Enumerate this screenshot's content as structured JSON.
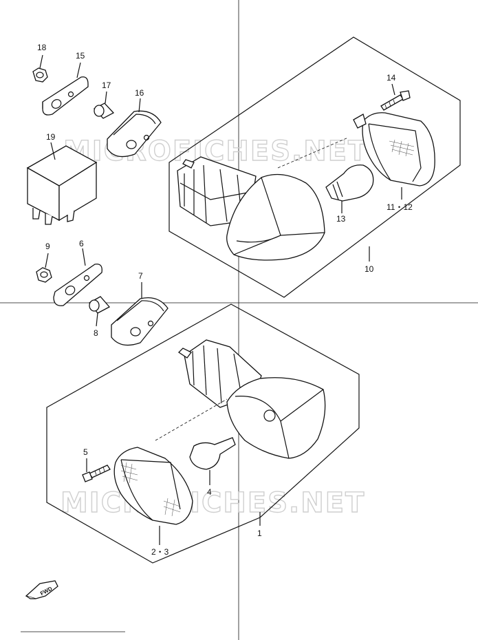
{
  "watermark": "MICROFICHES.NET",
  "fwd_label": "FWD",
  "callouts": {
    "p1": "1",
    "p2_3": "2・3",
    "p4": "4",
    "p5": "5",
    "p6": "6",
    "p7": "7",
    "p8": "8",
    "p9": "9",
    "p10": "10",
    "p11_12": "11・12",
    "p13": "13",
    "p14": "14",
    "p15": "15",
    "p16": "16",
    "p17": "17",
    "p18": "18",
    "p19": "19"
  }
}
